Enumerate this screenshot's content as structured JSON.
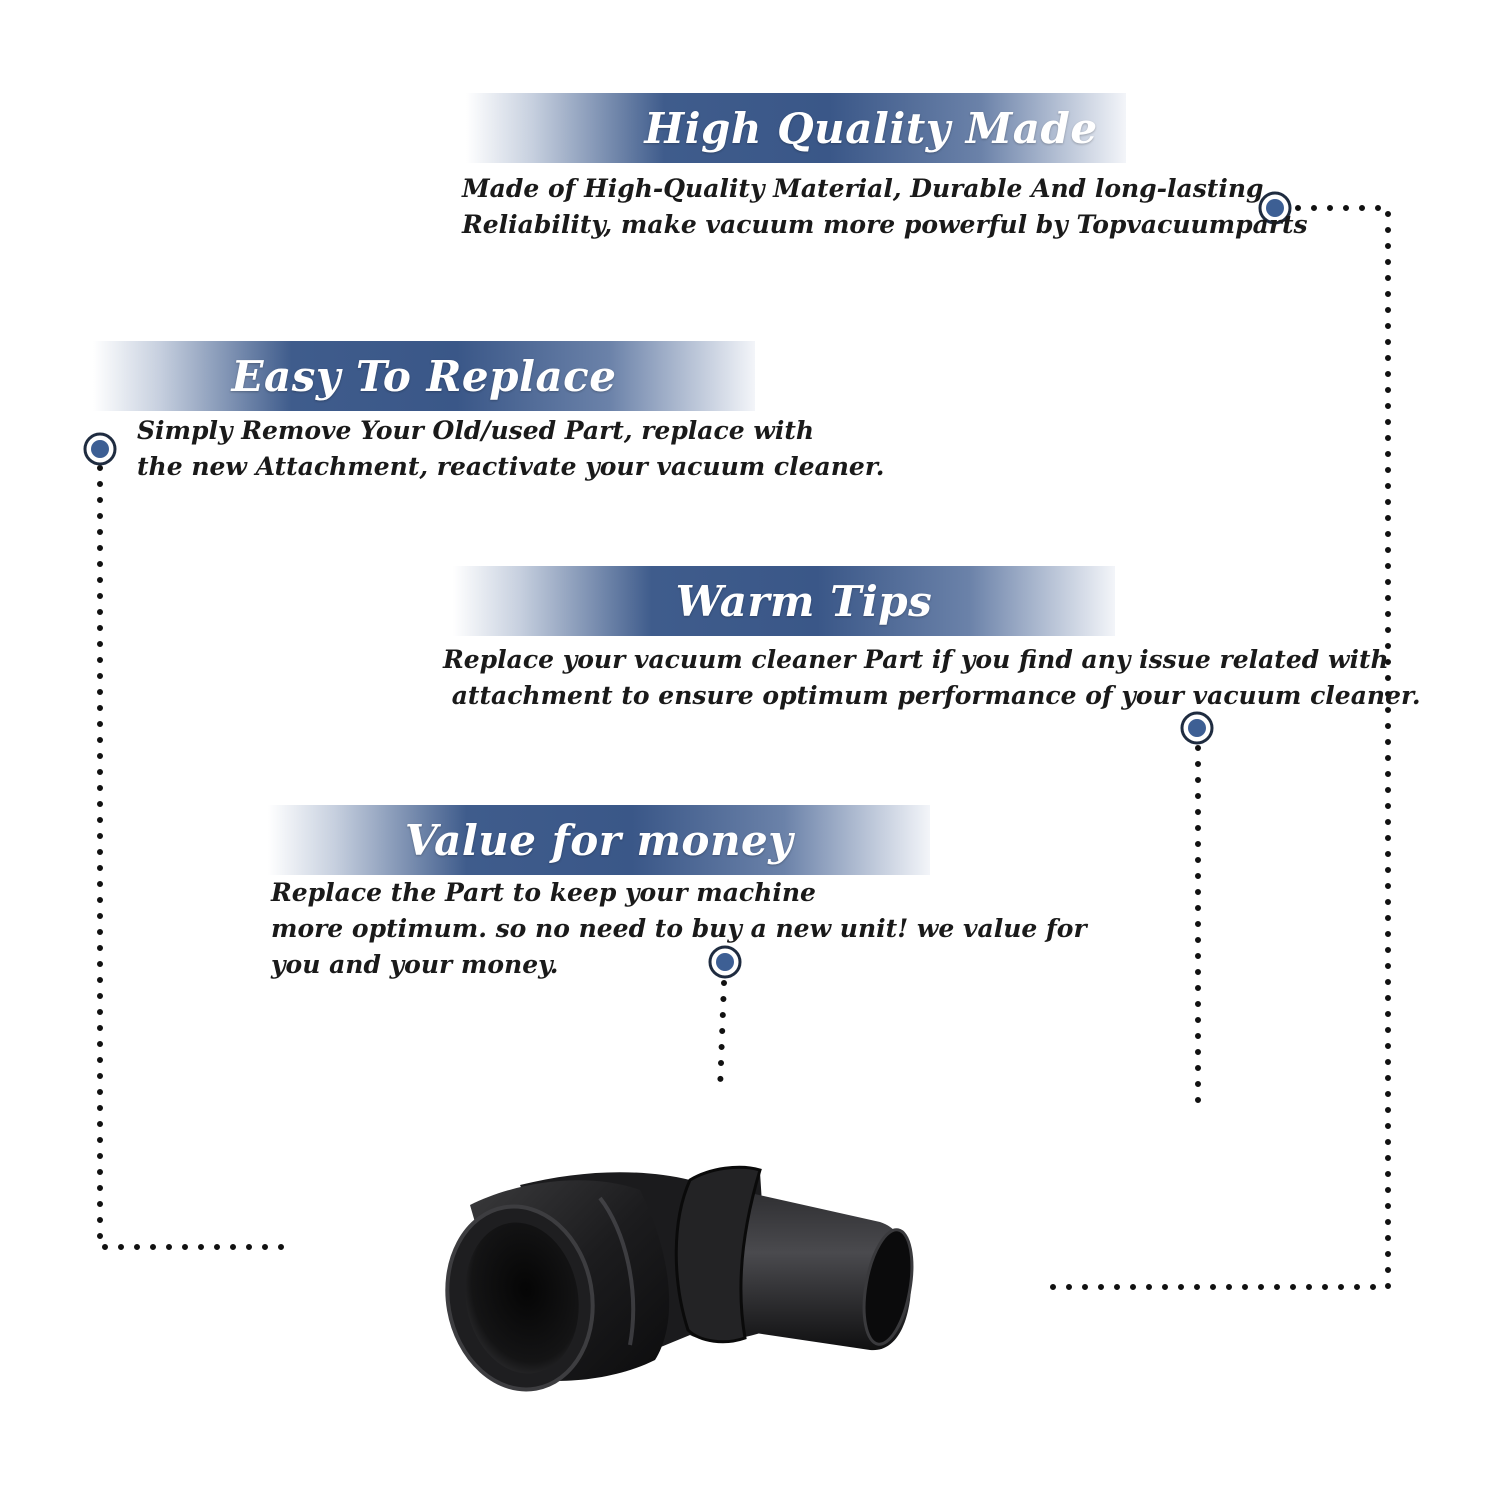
{
  "colors": {
    "banner_dark": "#3a5788",
    "marker_fill": "#3d5f94",
    "marker_ring": "#1f2c40",
    "dots": "#111111",
    "text": "#1a1a1a"
  },
  "features": [
    {
      "title": "High Quality Made",
      "lines": [
        "Made of  High-Quality Material, Durable And long-lasting",
        "Reliability, make vacuum more powerful by Topvacuumparts"
      ]
    },
    {
      "title": "Easy To Replace",
      "lines": [
        "Simply Remove Your Old/used Part, replace with",
        "the new Attachment, reactivate your vacuum cleaner."
      ]
    },
    {
      "title": "Warm Tips",
      "lines": [
        "Replace your vacuum cleaner Part if you find any issue related with",
        " attachment to ensure optimum performance of your vacuum cleaner."
      ]
    },
    {
      "title": "Value for money",
      "lines": [
        "Replace the Part to keep your machine",
        "more optimum. so no need to buy a new unit! we value for",
        "you and your money."
      ]
    }
  ],
  "product": {
    "icon": "elbow-hose-adapter-icon"
  }
}
